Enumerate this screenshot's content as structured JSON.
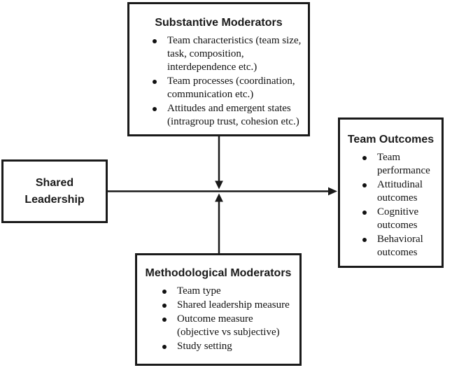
{
  "boxes": {
    "substantive": {
      "title": "Substantive Moderators",
      "items": [
        "Team characteristics (team size, task, composition, interdependence etc.)",
        "Team processes (coordination, communication etc.)",
        "Attitudes and emergent states (intragroup trust, cohesion etc.)"
      ]
    },
    "shared_leadership": {
      "title": "Shared Leadership"
    },
    "methodological": {
      "title": "Methodological Moderators",
      "items": [
        "Team type",
        "Shared leadership measure",
        "Outcome measure (objective vs subjective)",
        "Study setting"
      ]
    },
    "team_outcomes": {
      "title": "Team Outcomes",
      "items": [
        "Team performance",
        "Attitudinal outcomes",
        "Cognitive outcomes",
        "Behavioral outcomes"
      ]
    }
  },
  "colors": {
    "border": "#1a1a1a",
    "background": "#ffffff",
    "text": "#111111"
  }
}
